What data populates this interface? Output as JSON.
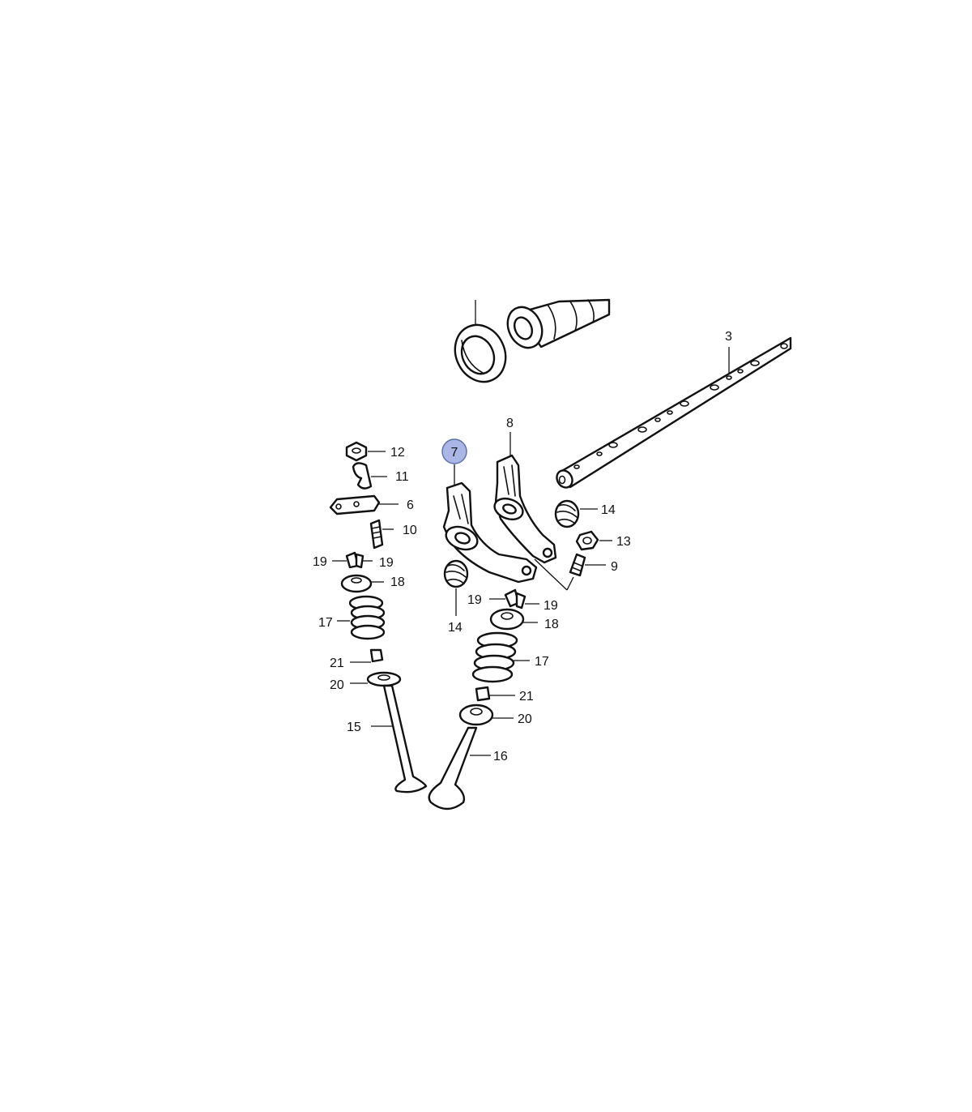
{
  "diagram": {
    "highlight_color": "#aab6e6",
    "highlighted_part": "7",
    "callouts": {
      "c3": "3",
      "c6": "6",
      "c7": "7",
      "c8": "8",
      "c9": "9",
      "c10": "10",
      "c11": "11",
      "c12": "12",
      "c13": "13",
      "c14a": "14",
      "c14b": "14",
      "c15": "15",
      "c16": "16",
      "c17a": "17",
      "c17b": "17",
      "c18a": "18",
      "c18b": "18",
      "c19a": "19",
      "c19b": "19",
      "c19c": "19",
      "c19d": "19",
      "c20a": "20",
      "c20b": "20",
      "c21a": "21",
      "c21b": "21"
    }
  }
}
